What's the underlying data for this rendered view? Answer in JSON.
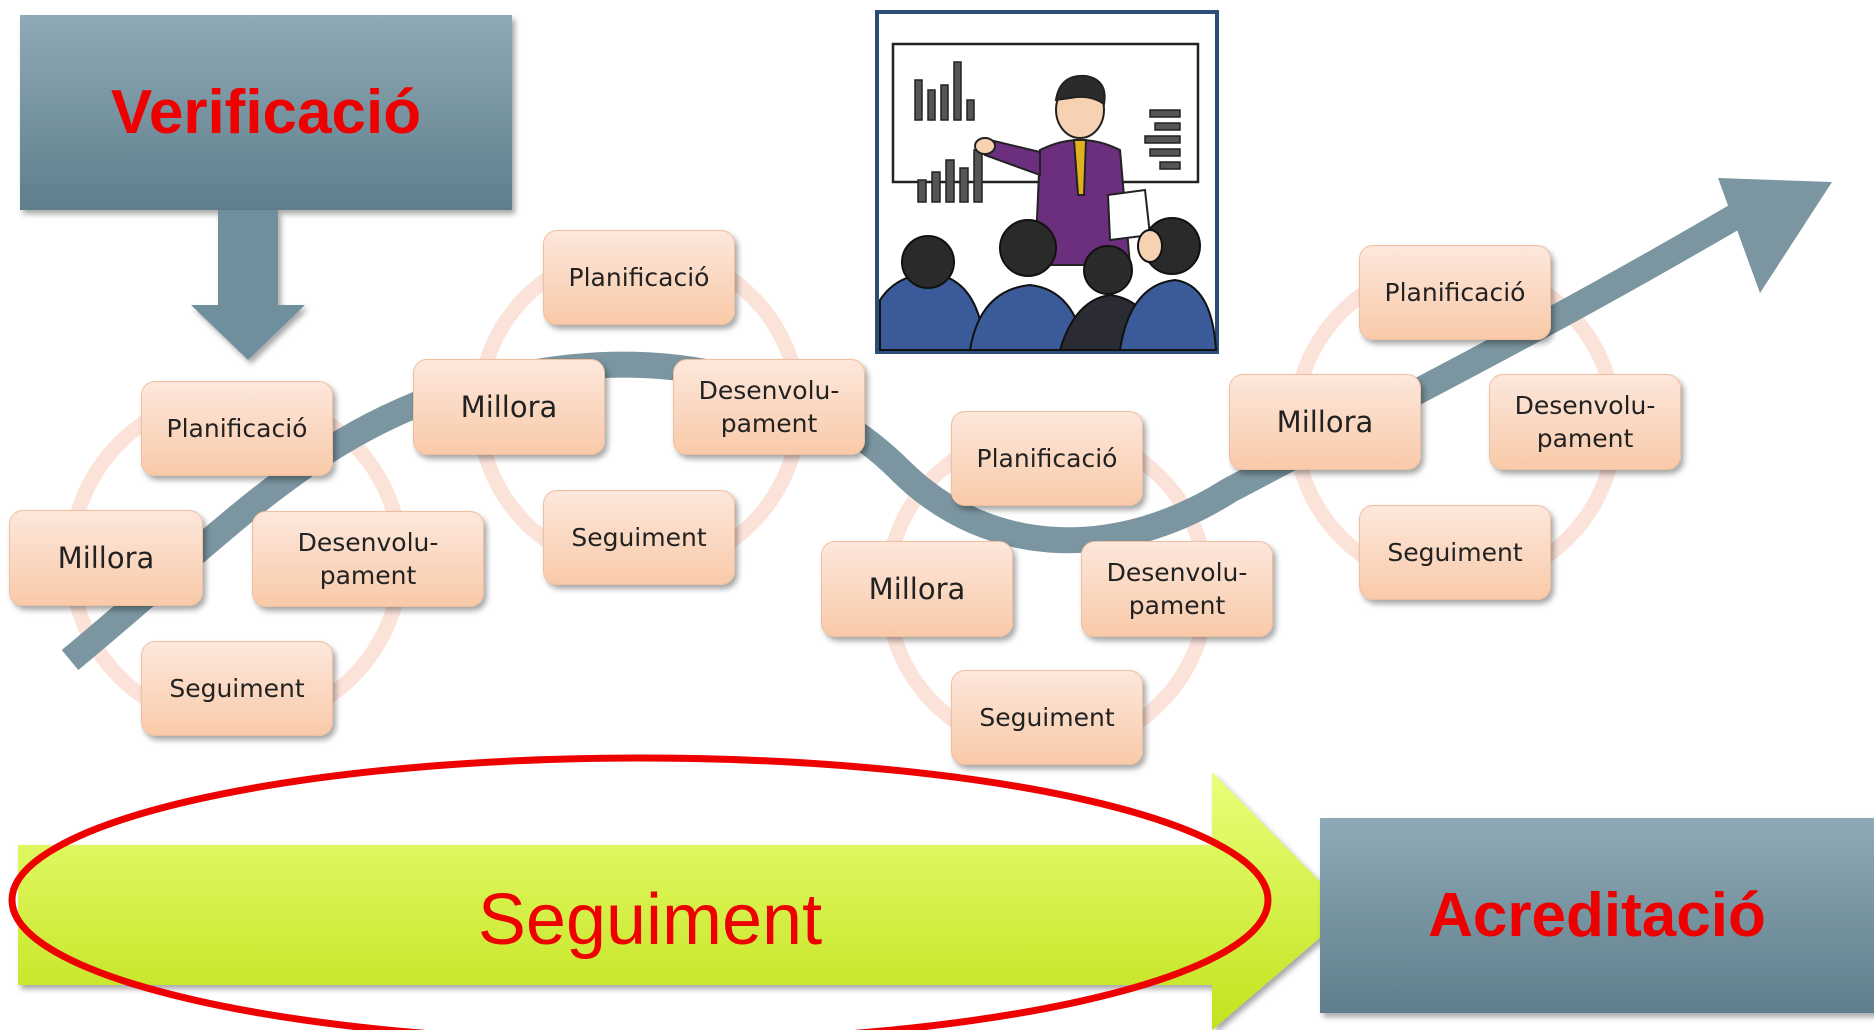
{
  "header": {
    "verificacio": "Verificació",
    "acreditacio": "Acreditació"
  },
  "phase_label": "Seguiment",
  "cycles": [
    {
      "planificacio": "Planificació",
      "desenvolupament": "Desenvolu-\npament",
      "seguiment": "Seguiment",
      "millora": "Millora"
    },
    {
      "planificacio": "Planificació",
      "desenvolupament": "Desenvolu-\npament",
      "seguiment": "Seguiment",
      "millora": "Millora"
    },
    {
      "planificacio": "Planificació",
      "desenvolupament": "Desenvolu-\npament",
      "seguiment": "Seguiment",
      "millora": "Millora"
    },
    {
      "planificacio": "Planificació",
      "desenvolupament": "Desenvolu-\npament",
      "seguiment": "Seguiment",
      "millora": "Millora"
    }
  ],
  "colors": {
    "header_box": "#6f8f9c",
    "title_red": "#ee0000",
    "trend_arrow": "#7b96a1",
    "cycle_box": "#f9caa9",
    "phase_arrow": "#d8f03a",
    "highlight_ellipse": "#ee0000"
  },
  "illustration": "presenter-at-whiteboard-icon"
}
